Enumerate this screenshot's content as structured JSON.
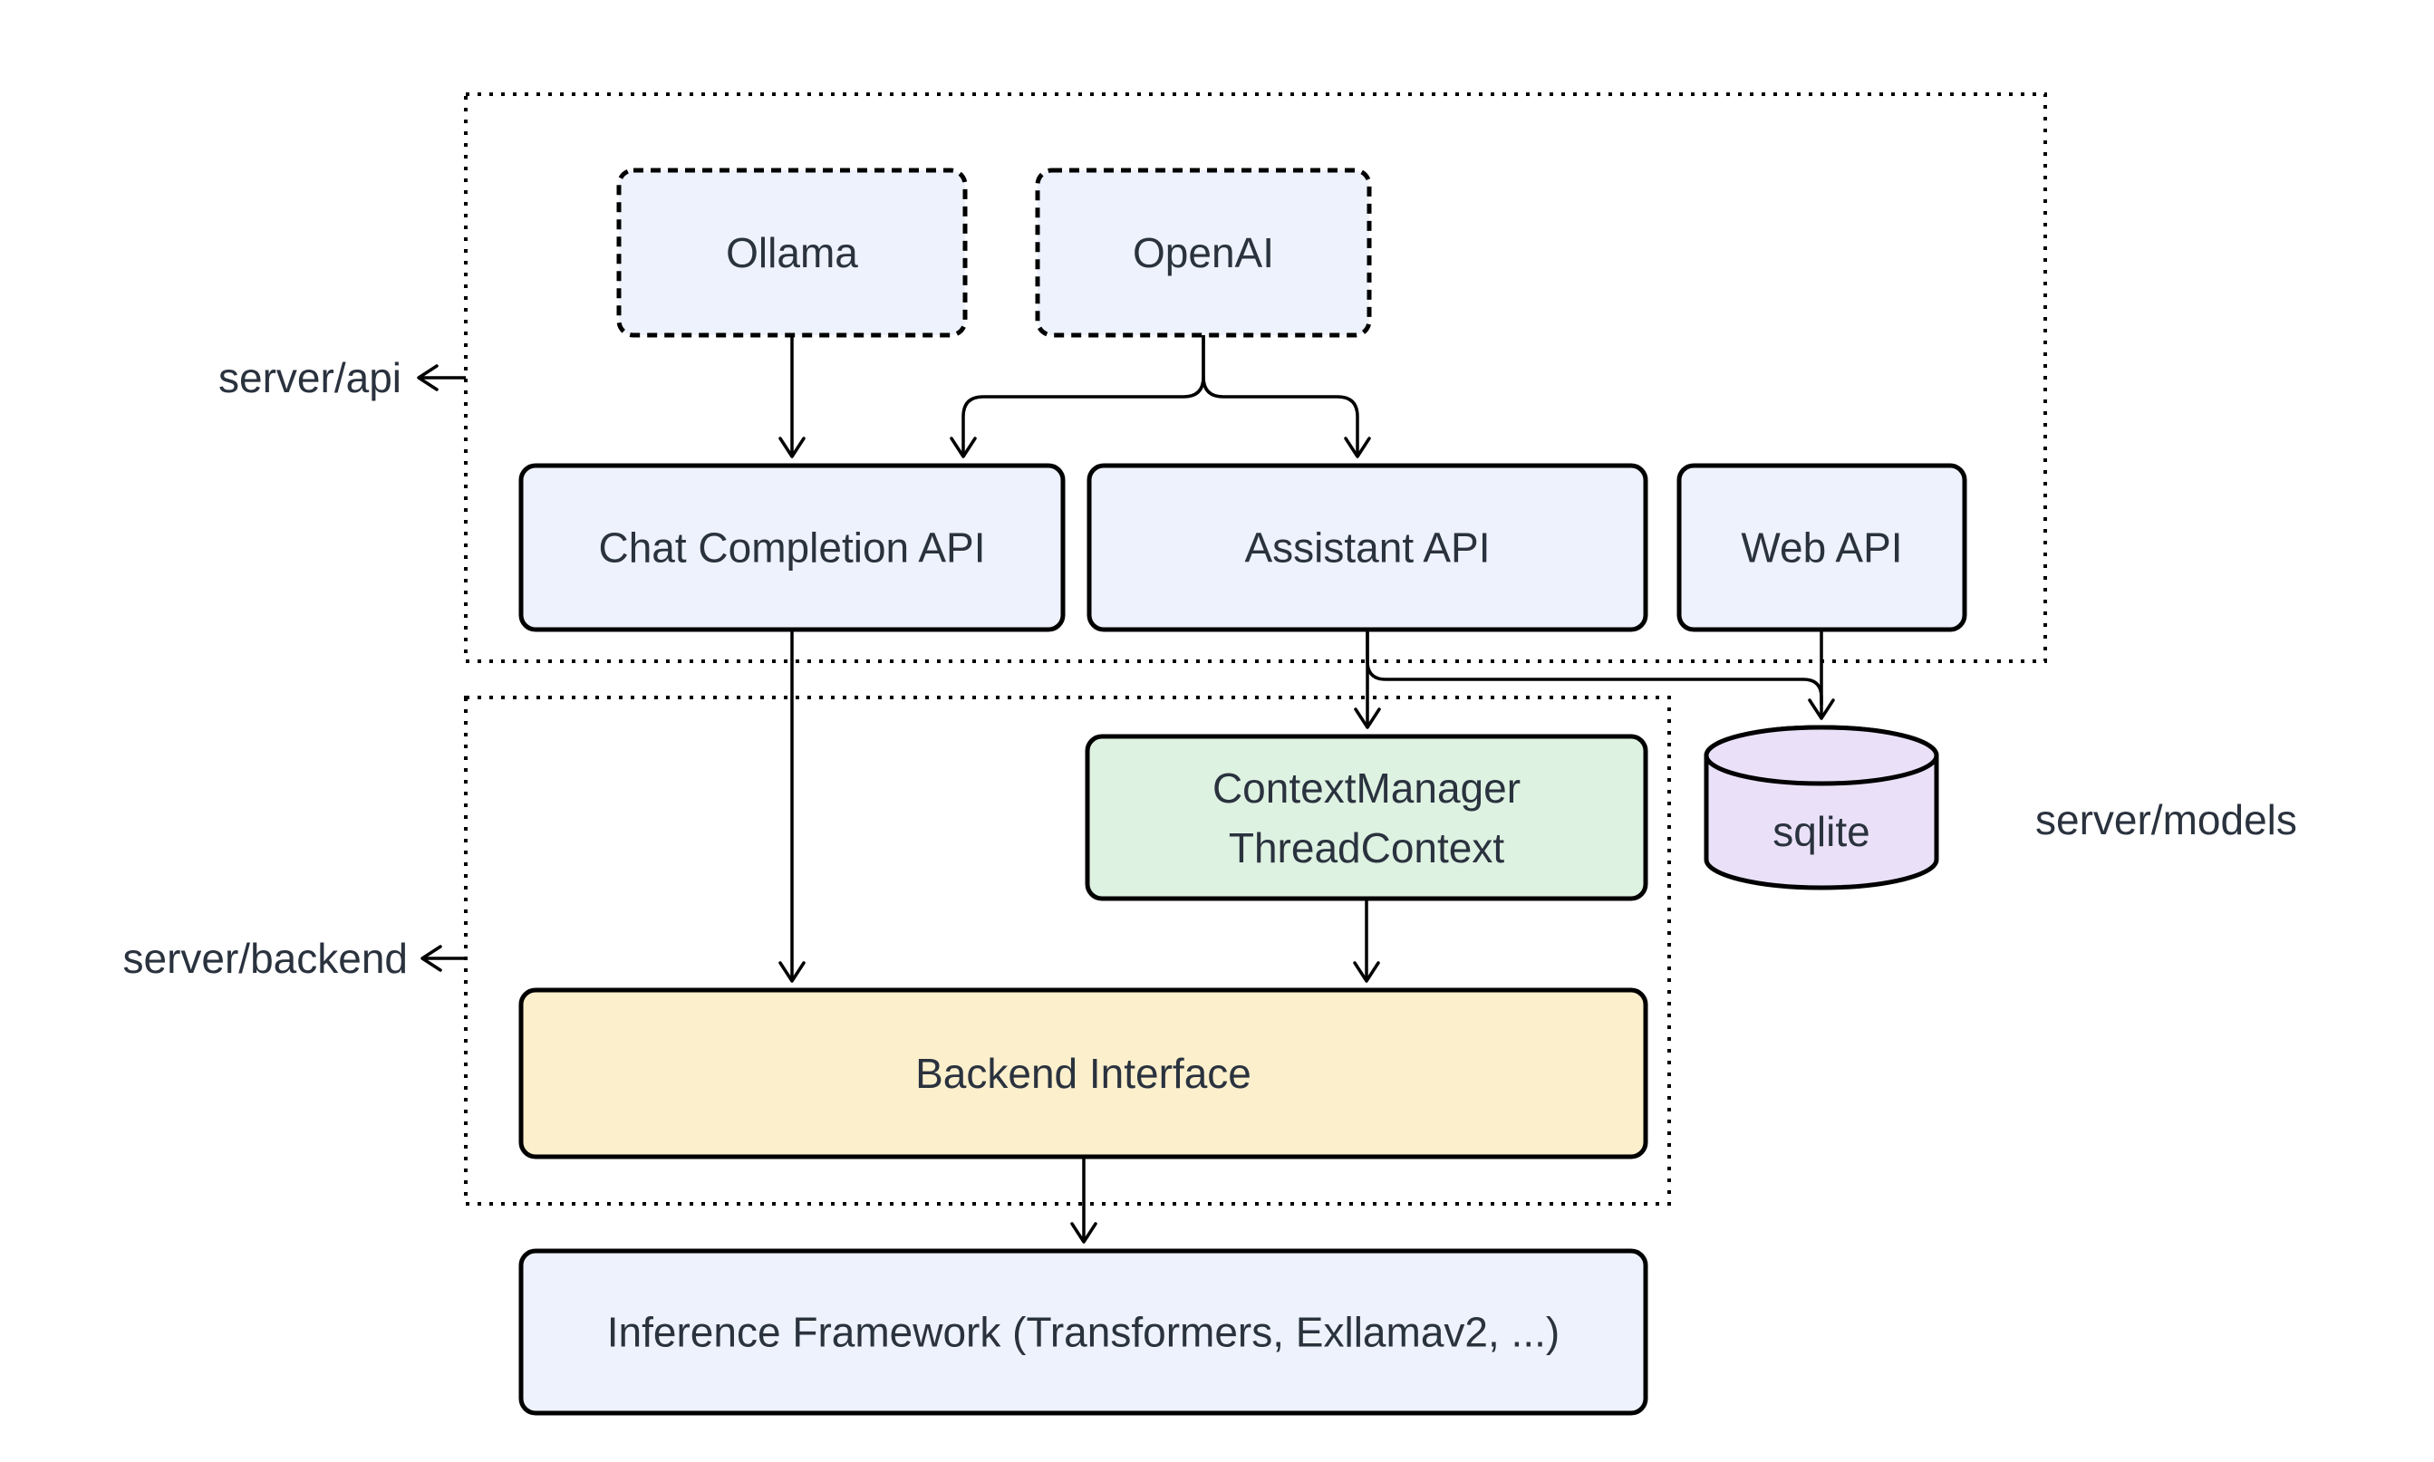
{
  "diagram": {
    "background": "#ffffff",
    "line_color": "#000000",
    "text_color": "#2a323e",
    "containers": [
      {
        "id": "server-api",
        "label": "server/api"
      },
      {
        "id": "server-backend",
        "label": "server/backend"
      }
    ],
    "side_labels": [
      {
        "id": "server-models",
        "label": "server/models"
      }
    ],
    "nodes": [
      {
        "id": "ollama",
        "label": "Ollama",
        "fill": "#edf2fc",
        "border": "dashed",
        "shape": "rect"
      },
      {
        "id": "openai",
        "label": "OpenAI",
        "fill": "#edf2fc",
        "border": "dashed",
        "shape": "rect"
      },
      {
        "id": "chat-completion-api",
        "label": "Chat Completion API",
        "fill": "#edf2fc",
        "border": "solid",
        "shape": "rect"
      },
      {
        "id": "assistant-api",
        "label": "Assistant API",
        "fill": "#edf2fc",
        "border": "solid",
        "shape": "rect"
      },
      {
        "id": "web-api",
        "label": "Web API",
        "fill": "#edf2fc",
        "border": "solid",
        "shape": "rect"
      },
      {
        "id": "context-manager",
        "lines": [
          "ContextManager",
          "ThreadContext"
        ],
        "fill": "#def2e2",
        "border": "solid",
        "shape": "rect"
      },
      {
        "id": "sqlite",
        "label": "sqlite",
        "fill": "#eae1f8",
        "border": "solid",
        "shape": "cylinder"
      },
      {
        "id": "backend-interface",
        "label": "Backend Interface",
        "fill": "#fcefcc",
        "border": "solid",
        "shape": "rect"
      },
      {
        "id": "inference-framework",
        "label": "Inference Framework (Transformers, Exllamav2, ...)",
        "fill": "#edf2fc",
        "border": "solid",
        "shape": "rect"
      }
    ],
    "edges": [
      {
        "from": "ollama",
        "to": "chat-completion-api"
      },
      {
        "from": "openai",
        "to": "chat-completion-api"
      },
      {
        "from": "openai",
        "to": "assistant-api"
      },
      {
        "from": "chat-completion-api",
        "to": "backend-interface"
      },
      {
        "from": "assistant-api",
        "to": "context-manager"
      },
      {
        "from": "assistant-api",
        "to": "sqlite"
      },
      {
        "from": "web-api",
        "to": "sqlite"
      },
      {
        "from": "context-manager",
        "to": "backend-interface"
      },
      {
        "from": "backend-interface",
        "to": "inference-framework"
      }
    ]
  }
}
